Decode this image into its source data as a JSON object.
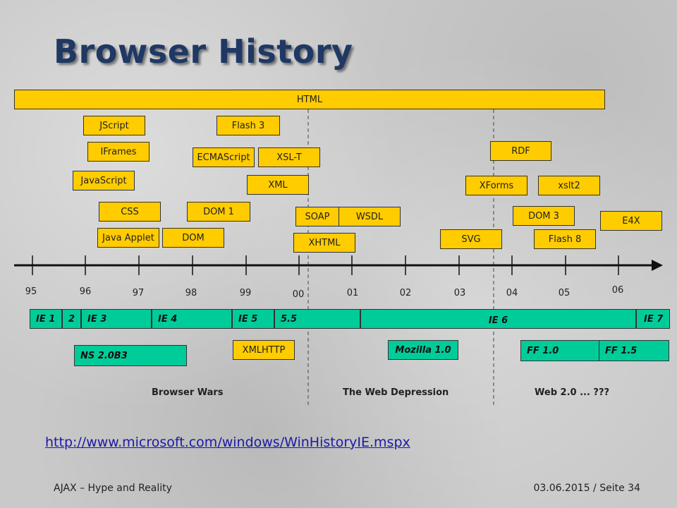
{
  "title": "Browser History",
  "html_bar": "HTML",
  "technologies": {
    "jscript": "JScript",
    "flash3": "Flash 3",
    "iframes": "IFrames",
    "ecmascript": "ECMAScript",
    "xslt": "XSL-T",
    "rdf": "RDF",
    "javascript": "JavaScript",
    "xml": "XML",
    "xforms": "XForms",
    "xslt2": "xslt2",
    "css": "CSS",
    "dom1": "DOM 1",
    "soap": "SOAP",
    "wsdl": "WSDL",
    "dom3": "DOM 3",
    "e4x": "E4X",
    "java_applet": "Java Applet",
    "dom": "DOM",
    "svg": "SVG",
    "flash8": "Flash 8",
    "xhtml": "XHTML",
    "xmlhttp": "XMLHTTP"
  },
  "years": [
    "95",
    "96",
    "97",
    "98",
    "99",
    "00",
    "01",
    "02",
    "03",
    "04",
    "05",
    "06"
  ],
  "ie_versions": {
    "ie1": "IE 1",
    "ie2": "2",
    "ie3": "IE 3",
    "ie4": "IE 4",
    "ie5": "IE 5",
    "ie55": "5.5",
    "ie6": "IE 6",
    "ie7": "IE 7"
  },
  "other_browsers": {
    "ns": "NS 2.0B3",
    "mozilla": "Mozilla 1.0",
    "ff1": "FF 1.0",
    "ff15": "FF 1.5"
  },
  "eras": {
    "browser_wars": "Browser Wars",
    "web_depression": "The Web Depression",
    "web2": "Web 2.0 ... ???"
  },
  "link": "http://www.microsoft.com/windows/WinHistoryIE.mspx",
  "footer": {
    "left": "AJAX – Hype and Reality",
    "right": "03.06.2015 / Seite 34"
  },
  "colors": {
    "title": "#1f3864",
    "tech_box": "#ffcc00",
    "browser_box": "#00cc99",
    "link": "#1a1aa6"
  }
}
